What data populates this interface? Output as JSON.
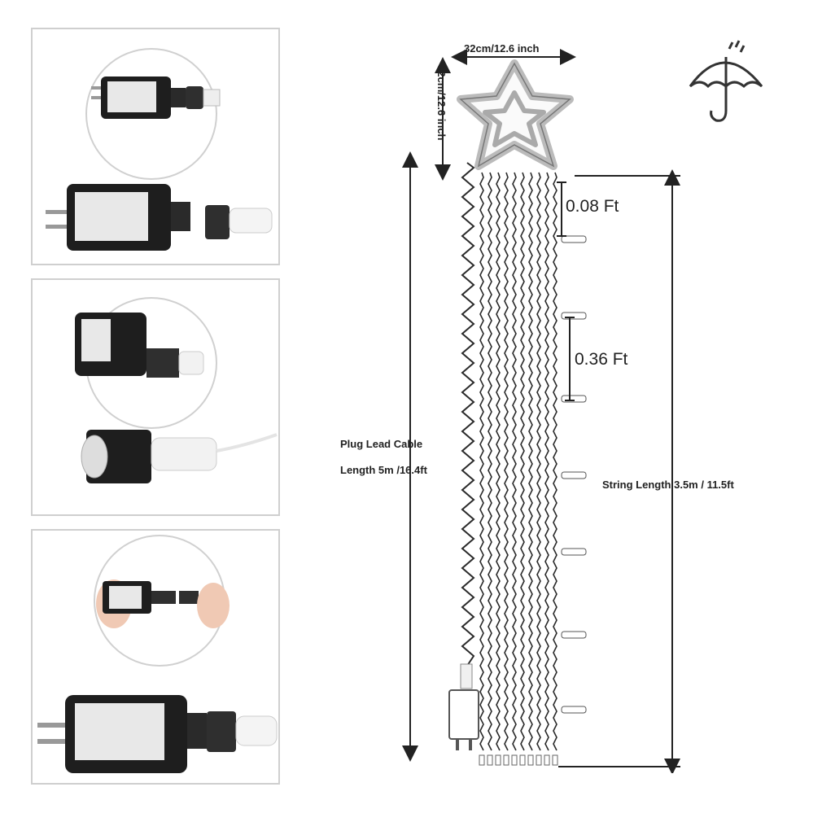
{
  "dimensions": {
    "star_width": "32cm/12.6 inch",
    "star_height": "32cm/12.6 inch"
  },
  "measurements": {
    "top_gap": "0.08 Ft",
    "light_spacing": "0.36 Ft"
  },
  "labels": {
    "plug_lead_line1": "Plug Lead Cable",
    "plug_lead_line2": "Length 5m /16.4ft",
    "string_length": "String Length 3.5m / 11.5ft"
  },
  "icons": {
    "weather": "umbrella-rain-icon"
  },
  "colors": {
    "adapter": "#1e1e1e",
    "wire": "#2a2a2a",
    "panel_border": "#cfcfcf",
    "text": "#222222"
  }
}
